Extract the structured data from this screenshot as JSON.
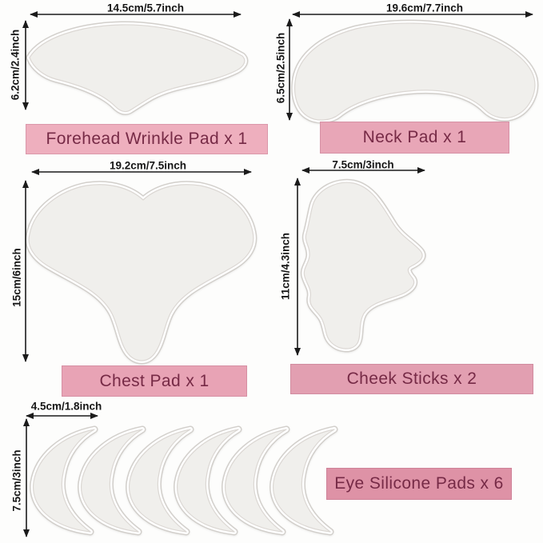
{
  "figure": {
    "type": "product-size-diagram",
    "description_visible_text_only": true
  },
  "items": [
    {
      "id": "forehead",
      "label": "Forehead Wrinkle Pad x 1",
      "width_label": "14.5cm/5.7inch",
      "height_label": "6.2cm/2.4inch",
      "banner_color": "#eeafbe"
    },
    {
      "id": "neck",
      "label": "Neck Pad x 1",
      "width_label": "19.6cm/7.7inch",
      "height_label": "6.5cm/2.5inch",
      "banner_color": "#e8a6b7"
    },
    {
      "id": "chest",
      "label": "Chest Pad x 1",
      "width_label": "19.2cm/7.5inch",
      "height_label": "15cm/6inch",
      "banner_color": "#e8a3b5"
    },
    {
      "id": "cheek",
      "label": "Cheek Sticks x 2",
      "width_label": "7.5cm/3inch",
      "height_label": "11cm/4.3inch",
      "banner_color": "#e29fb1"
    },
    {
      "id": "eye",
      "label": "Eye Silicone Pads x 6",
      "width_label": "4.5cm/1.8inch",
      "height_label": "7.5cm/3inch",
      "banner_color": "#de92a6"
    }
  ],
  "colors": {
    "banner_text": "#762a46",
    "dimension_text": "#161616",
    "arrow": "#1b1b1b",
    "pad_fill": "#f0efec",
    "pad_outline": "#d2cfcb",
    "pad_inner_edge": "#dbd7d3",
    "background": "#fdfdfc"
  }
}
